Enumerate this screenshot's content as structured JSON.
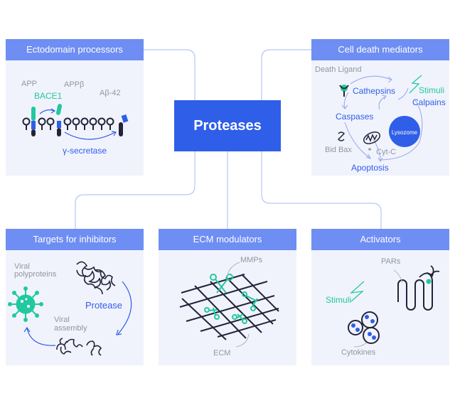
{
  "colors": {
    "title_bar": "#6e8ef3",
    "panel_bg": "#f1f3fc",
    "center_box": "#2f5ee8",
    "connector": "#b7c6f4",
    "accent_blue": "#2f5ee8",
    "accent_green": "#21c9a0",
    "ink": "#22243a",
    "gray_text": "#9096a2"
  },
  "center": {
    "title": "Proteases"
  },
  "panels": {
    "ectodomain": {
      "title": "Ectodomain processors",
      "labels": {
        "app": "APP",
        "app_beta": "APPβ",
        "bace1": "BACE1",
        "abeta42": "Aβ-42",
        "gamma_secretase": "γ-secretase"
      }
    },
    "cell_death": {
      "title": "Cell death mediators",
      "labels": {
        "death_ligand": "Death Ligand",
        "cathepsins": "Cathepsins",
        "stimuli": "Stimuli",
        "calpains": "Calpains",
        "caspases": "Caspases",
        "lysozome": "Lysozome",
        "bid_bax": "Bid Bax",
        "cyt_c": "Cyt-C",
        "apoptosis": "Apoptosis"
      }
    },
    "targets": {
      "title": "Targets for inhibitors",
      "labels": {
        "viral": "Viral",
        "polyproteins": "polyproteins",
        "protease": "Protease",
        "viral2": "Viral",
        "assembly": "assembly"
      }
    },
    "ecm": {
      "title": "ECM modulators",
      "labels": {
        "mmps": "MMPs",
        "ecm": "ECM"
      }
    },
    "activators": {
      "title": "Activators",
      "labels": {
        "pars": "PARs",
        "stimuli": "Stimuli",
        "cytokines": "Cytokines"
      }
    }
  }
}
